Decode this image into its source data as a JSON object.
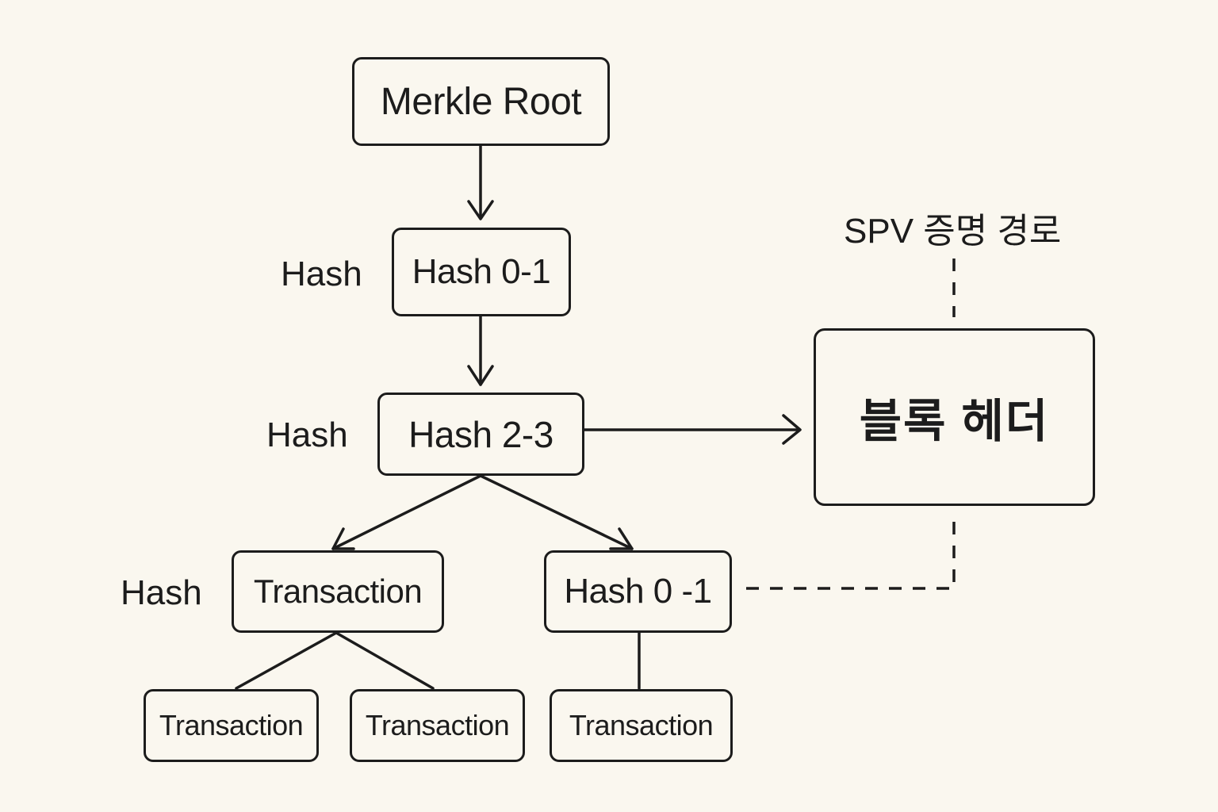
{
  "diagram": {
    "type": "merkle-tree-spv-proof",
    "nodes": {
      "merkle_root": "Merkle Root",
      "hash_0_1_top": "Hash 0-1",
      "hash_2_3": "Hash 2-3",
      "transaction_mid": "Transaction",
      "hash_0_1_bottom": "Hash 0 -1",
      "transaction_leaf_1": "Transaction",
      "transaction_leaf_2": "Transaction",
      "transaction_leaf_3": "Transaction",
      "block_header": "블록 헤더"
    },
    "side_labels": {
      "hash_row_1": "Hash",
      "hash_row_2": "Hash",
      "hash_row_3": "Hash"
    },
    "annotations": {
      "spv_path": "SPV 증명 경로"
    },
    "edges": [
      {
        "from": "merkle_root",
        "to": "hash_0_1_top",
        "style": "arrow"
      },
      {
        "from": "hash_0_1_top",
        "to": "hash_2_3",
        "style": "arrow"
      },
      {
        "from": "hash_2_3",
        "to": "transaction_mid",
        "style": "arrow"
      },
      {
        "from": "hash_2_3",
        "to": "hash_0_1_bottom",
        "style": "arrow"
      },
      {
        "from": "hash_2_3",
        "to": "block_header",
        "style": "arrow"
      },
      {
        "from": "transaction_mid",
        "to": "transaction_leaf_1",
        "style": "line"
      },
      {
        "from": "transaction_mid",
        "to": "transaction_leaf_2",
        "style": "line"
      },
      {
        "from": "hash_0_1_bottom",
        "to": "transaction_leaf_3",
        "style": "line"
      },
      {
        "from": "hash_0_1_bottom",
        "to": "block_header",
        "style": "dashed"
      },
      {
        "from": "spv_path",
        "to": "block_header",
        "style": "dashed"
      }
    ]
  },
  "colors": {
    "background": "#faf7ef",
    "stroke": "#1c1c1c",
    "text": "#1c1c1c"
  }
}
